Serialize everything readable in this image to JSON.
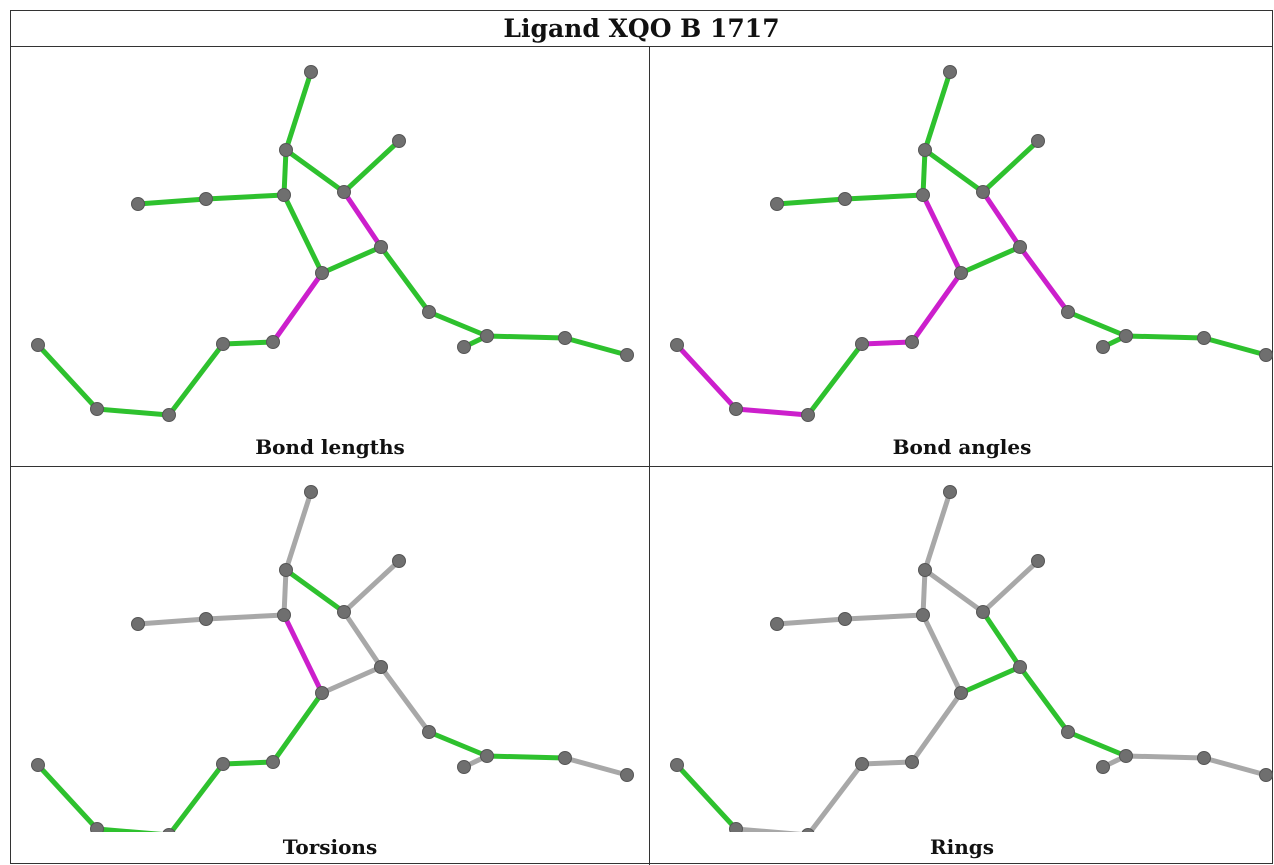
{
  "title": "Ligand XQO B 1717",
  "colors": {
    "green": "#2ec12e",
    "magenta": "#cc1fcc",
    "grey": "#a8a8a8",
    "atom": "#6f6f6f"
  },
  "panels": [
    {
      "id": "bond-lengths",
      "caption": "Bond lengths",
      "bond_colors": [
        "green",
        "green",
        "green",
        "green",
        "green",
        "green",
        "magenta",
        "green",
        "green",
        "green",
        "magenta",
        "green",
        "green",
        "green",
        "green",
        "green",
        "green",
        "green",
        "green"
      ]
    },
    {
      "id": "bond-angles",
      "caption": "Bond angles",
      "bond_colors": [
        "green",
        "green",
        "green",
        "green",
        "green",
        "green",
        "magenta",
        "green",
        "magenta",
        "magenta",
        "magenta",
        "magenta",
        "green",
        "magenta",
        "magenta",
        "green",
        "green",
        "green",
        "green"
      ]
    },
    {
      "id": "torsions",
      "caption": "Torsions",
      "bond_colors": [
        "grey",
        "grey",
        "grey",
        "grey",
        "grey",
        "green",
        "grey",
        "grey",
        "magenta",
        "grey",
        "green",
        "green",
        "green",
        "green",
        "green",
        "green",
        "grey",
        "green",
        "grey"
      ]
    },
    {
      "id": "rings",
      "caption": "Rings",
      "bond_colors": [
        "grey",
        "grey",
        "grey",
        "grey",
        "grey",
        "grey",
        "green",
        "green",
        "grey",
        "green",
        "grey",
        "grey",
        "grey",
        "grey",
        "green",
        "green",
        "grey",
        "grey",
        "grey"
      ]
    }
  ]
}
